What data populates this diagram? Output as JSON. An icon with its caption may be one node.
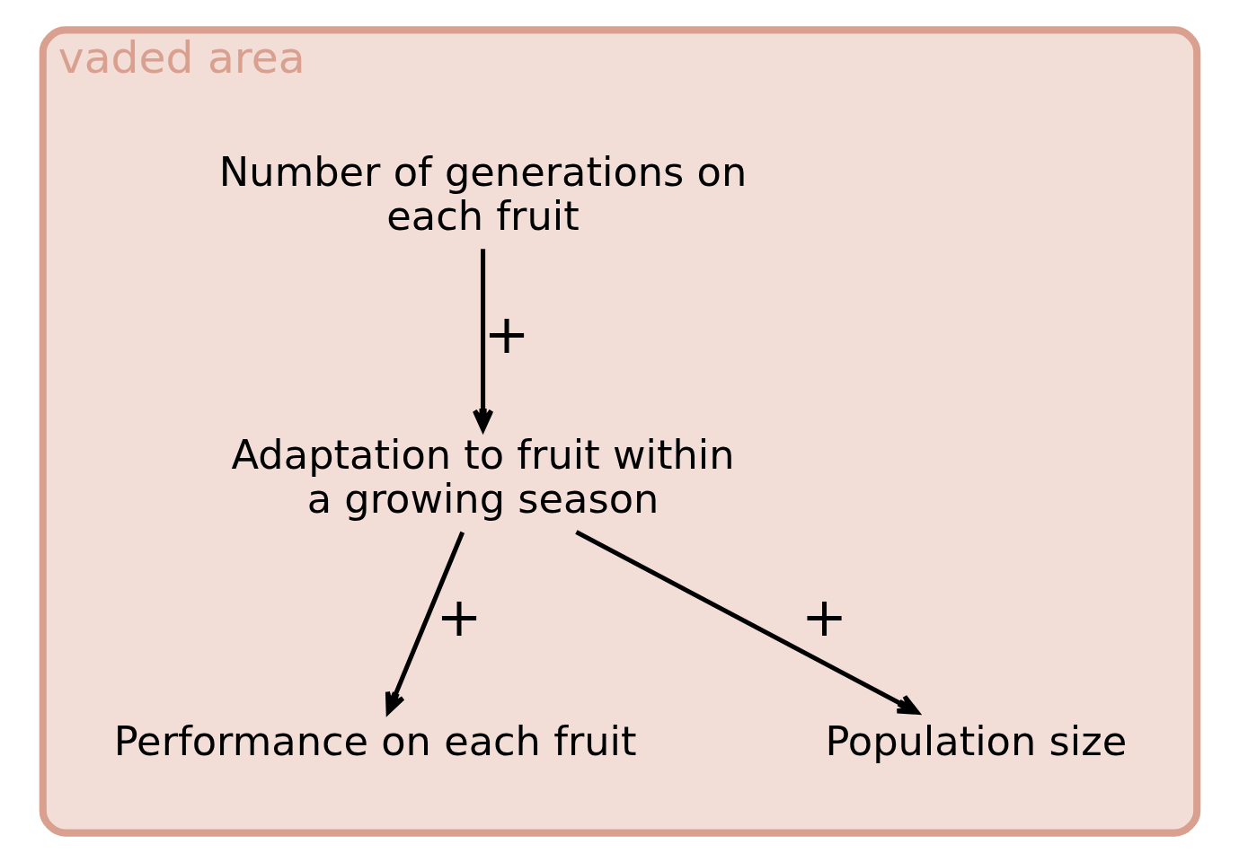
{
  "diagram": {
    "nodes": [
      {
        "text": [
          "vaded area"
        ]
      },
      {
        "text": [
          "Number of generations on each fruit"
        ],
        "in": 0
      },
      {
        "text": [
          "Adaptation to fruit within a growing season"
        ],
        "in": 0
      },
      {
        "text": [
          "Performance on each fruit"
        ],
        "in": 0
      },
      {
        "text": [
          "Population size"
        ],
        "in": 0
      }
    ],
    "edges": [
      {
        "from": 1,
        "to": 2,
        "arrow": "to",
        "label": "+"
      },
      {
        "from": 2,
        "to": 3,
        "arrow": "to",
        "label": "+"
      },
      {
        "from": 2,
        "to": 4,
        "arrow": "to",
        "label": "+"
      }
    ]
  }
}
